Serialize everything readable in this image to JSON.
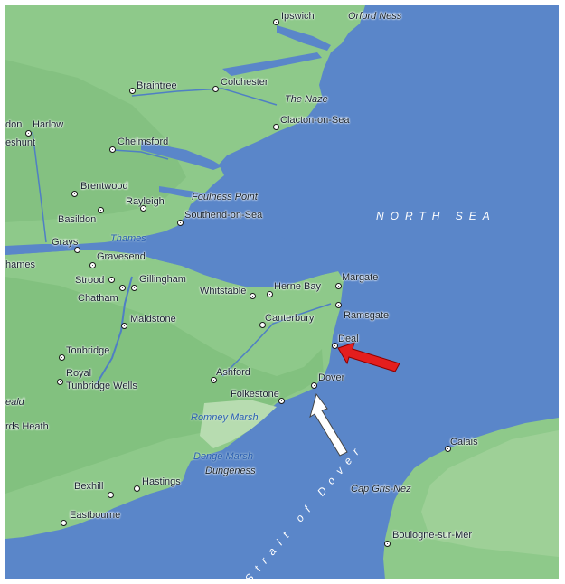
{
  "map": {
    "colors": {
      "sea": "#5a86c9",
      "land": "#8ec98a",
      "land_dark": "#6fae72",
      "river": "#4f7fc4",
      "arrow_red": "#e41e1e",
      "arrow_white": "#ffffff"
    },
    "water_labels": {
      "north_sea": "NORTH SEA",
      "strait": "Strait of Dover",
      "thames": "Thames"
    },
    "features": {
      "orford_ness": "Orford Ness",
      "the_naze": "The Naze",
      "foulness_point": "Foulness Point",
      "romney_marsh": "Romney Marsh",
      "denge_marsh": "Denge Marsh",
      "dungeness": "Dungeness",
      "cap_gris_nez": "Cap Gris-Nez"
    },
    "towns": {
      "ipswich": "Ipswich",
      "braintree": "Braintree",
      "colchester": "Colchester",
      "harlow": "Harlow",
      "london_partial": "don",
      "cheshunt_partial": "eshunt",
      "chelmsford": "Chelmsford",
      "clacton": "Clacton-on-Sea",
      "brentwood": "Brentwood",
      "rayleigh": "Rayleigh",
      "basildon": "Basildon",
      "southend": "Southend-on-Sea",
      "grays": "Grays",
      "thames_partial": "hames",
      "gravesend": "Gravesend",
      "strood": "Strood",
      "gillingham": "Gillingham",
      "chatham": "Chatham",
      "whitstable": "Whitstable",
      "herne_bay": "Herne Bay",
      "margate": "Margate",
      "ramsgate": "Ramsgate",
      "maidstone": "Maidstone",
      "canterbury": "Canterbury",
      "deal": "Deal",
      "tonbridge": "Tonbridge",
      "royal": "Royal",
      "tunbridge_wells": "Tunbridge Wells",
      "ashford": "Ashford",
      "folkestone": "Folkestone",
      "dover": "Dover",
      "weald_partial": "eald",
      "heath_partial": "rds Heath",
      "bexhill": "Bexhill",
      "hastings": "Hastings",
      "eastbourne": "Eastbourne",
      "calais": "Calais",
      "boulogne": "Boulogne-sur-Mer"
    }
  }
}
